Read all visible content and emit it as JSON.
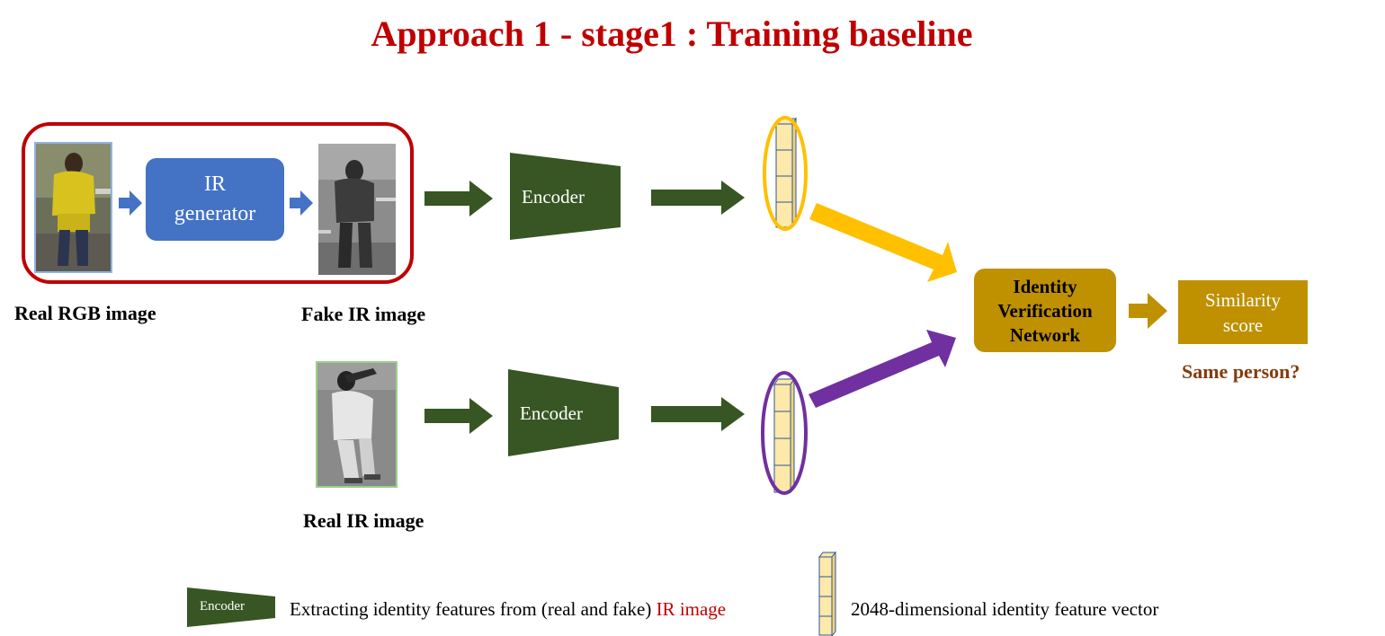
{
  "title": "Approach 1 - stage1 : Training baseline",
  "labels": {
    "real_rgb": "Real RGB image",
    "fake_ir": "Fake IR image",
    "real_ir": "Real IR image"
  },
  "ir_generator": {
    "line1": "IR",
    "line2": "generator"
  },
  "encoder_label": "Encoder",
  "identity_network": {
    "line1": "Identity",
    "line2": "Verification",
    "line3": "Network"
  },
  "similarity": {
    "line1": "Similarity",
    "line2": "score"
  },
  "question": "Same person?",
  "legend": {
    "encoder_label": "Encoder",
    "encoder_desc": "Extracting identity features  from (real and fake) ",
    "encoder_desc_highlight": "IR image",
    "vector_desc": "2048-dimensional identity feature vector"
  },
  "colors": {
    "title": "#c00000",
    "encoder": "#375623",
    "generator": "#4472c4",
    "network": "#bf9000",
    "feature_cell": "#fde9a9",
    "feature_edge": "#2f5597",
    "fake_branch": "#ffc000",
    "real_branch": "#7030a0",
    "question": "#843c0c"
  }
}
